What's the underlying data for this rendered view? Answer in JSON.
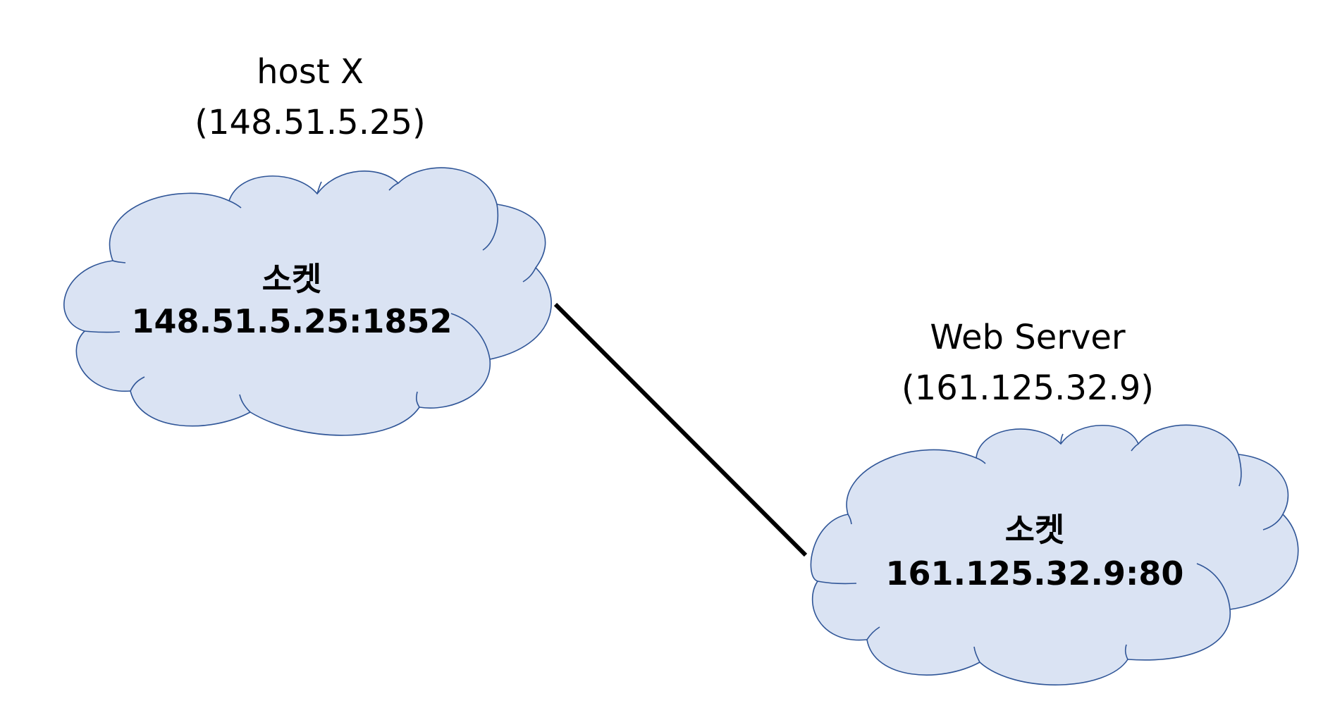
{
  "host_x": {
    "name": "host X",
    "ip": "(148.51.5.25)",
    "socket_title": "소켓",
    "socket_address": "148.51.5.25:1852"
  },
  "web_server": {
    "name": "Web Server",
    "ip": "(161.125.32.9)",
    "socket_title": "소켓",
    "socket_address": "161.125.32.9:80"
  },
  "colors": {
    "cloud_fill": "#dae3f3",
    "cloud_stroke": "#2f5597",
    "connection_line": "#000000",
    "text": "#000000"
  }
}
